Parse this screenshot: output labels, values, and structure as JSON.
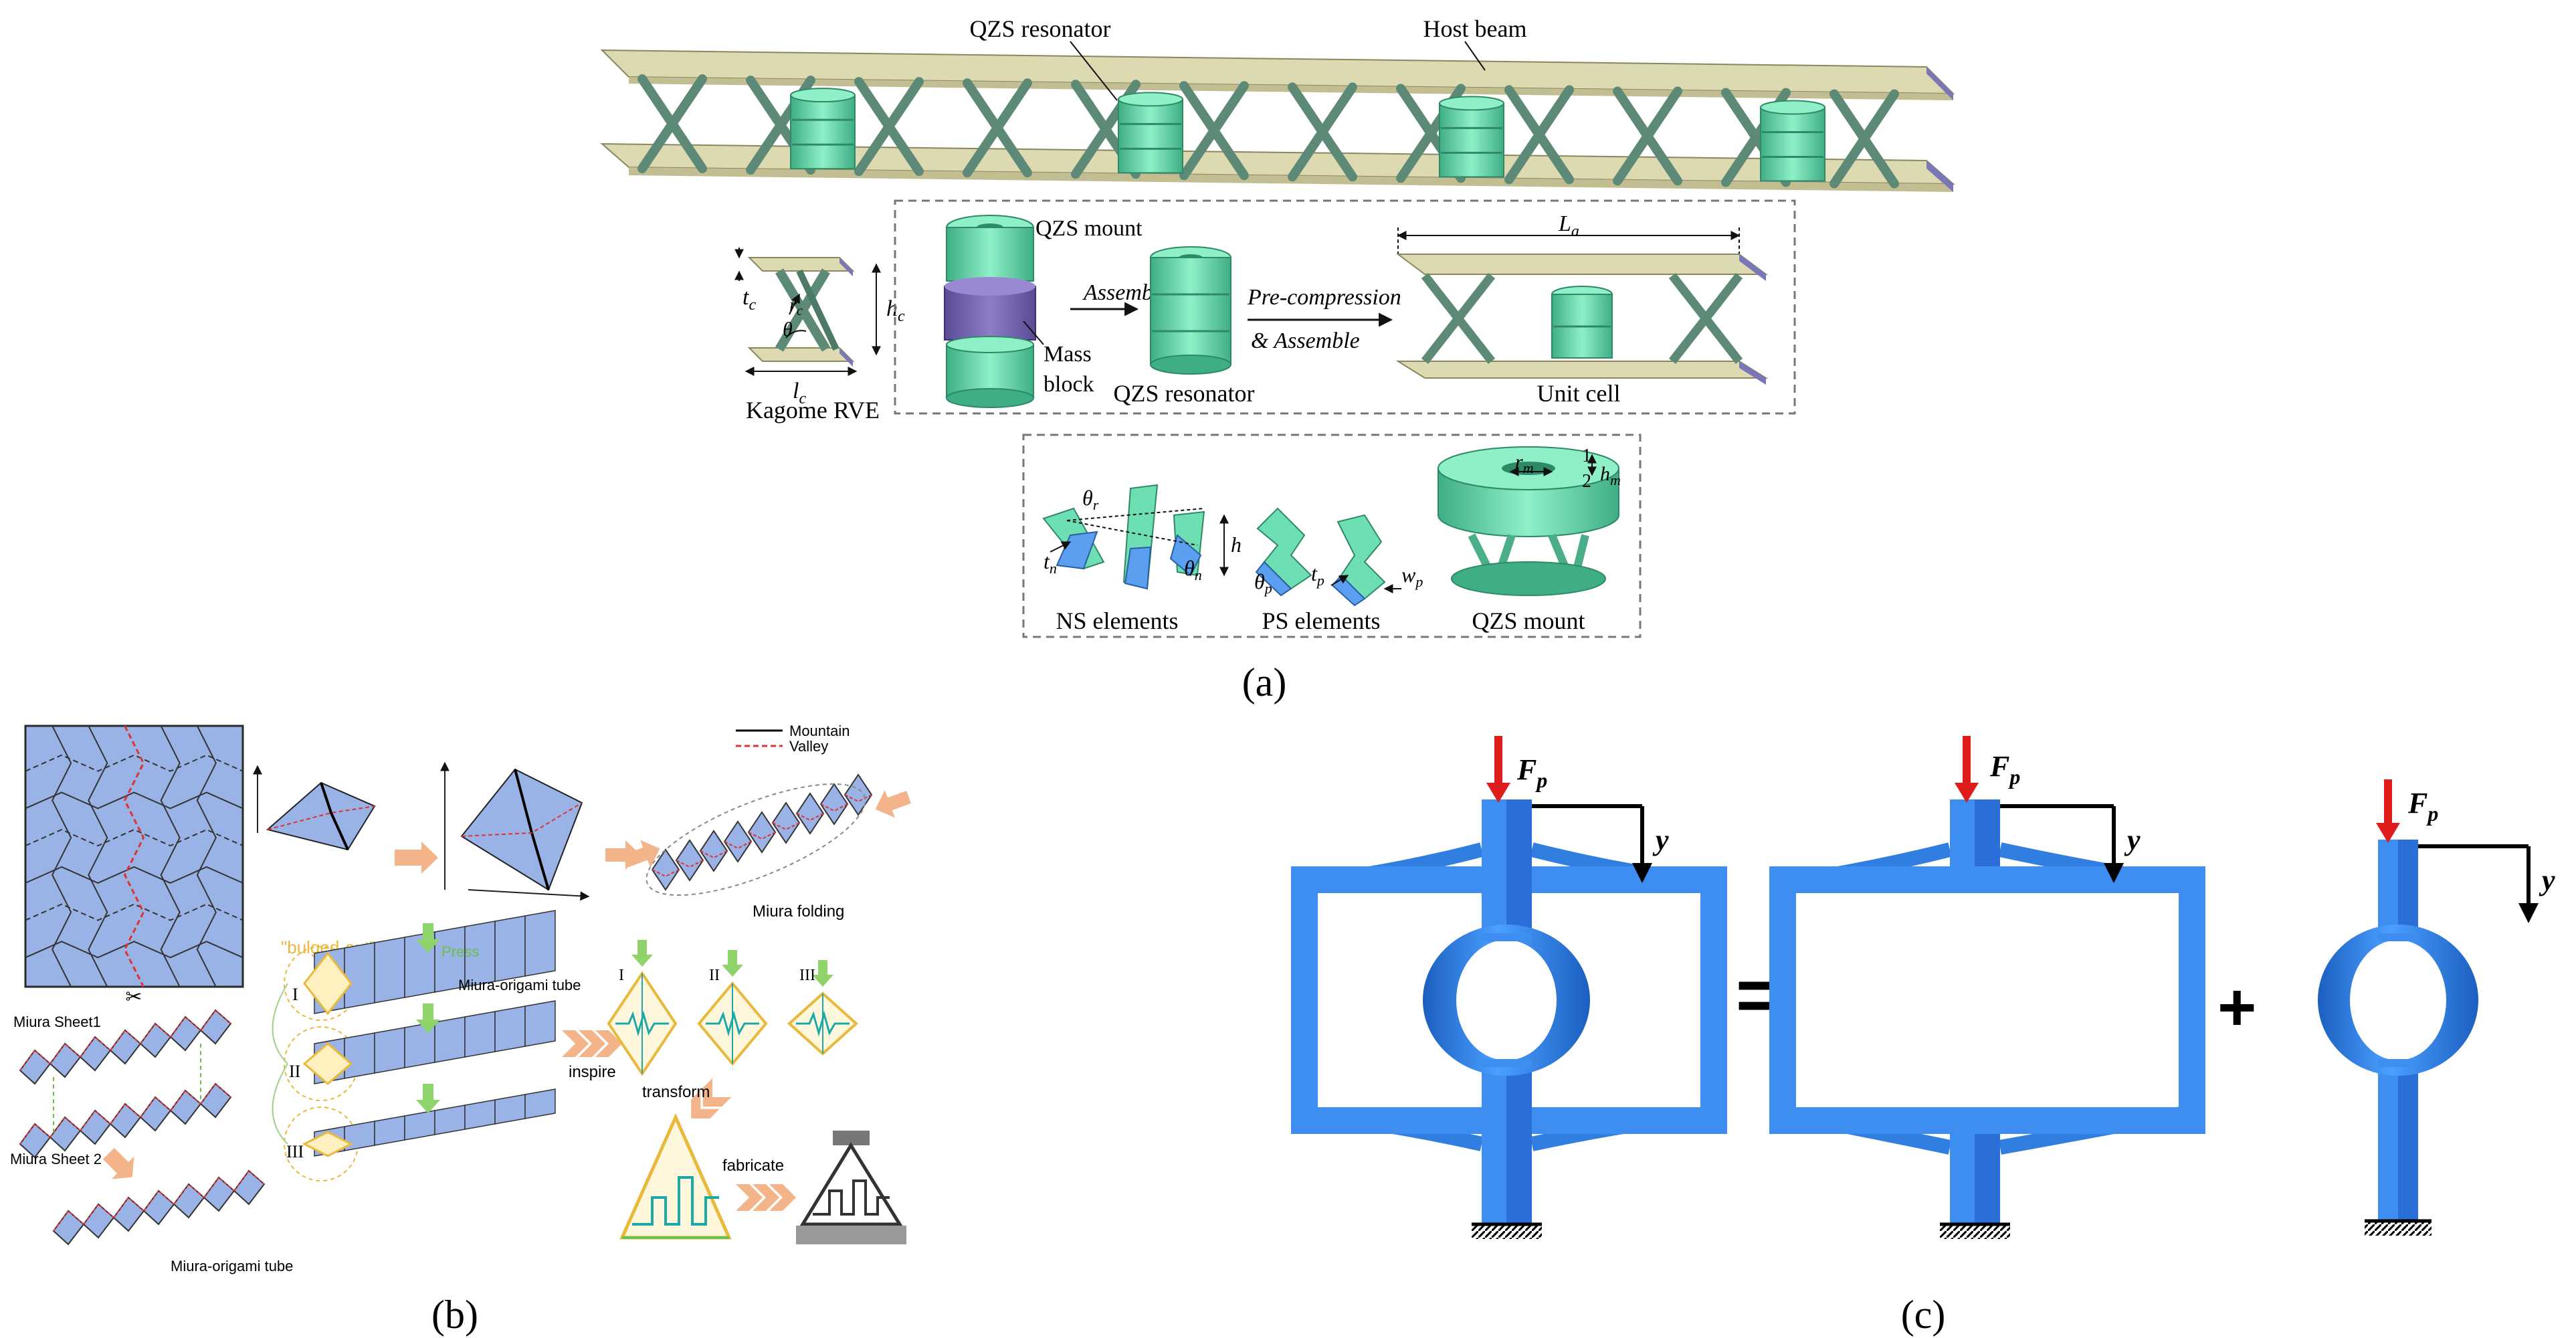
{
  "panel_a": {
    "host_beam_label": "Host beam",
    "qzs_resonator_label": "QZS resonator",
    "kagome": {
      "label": "Kagome RVE",
      "t_c": "t",
      "t_c_sub": "c",
      "h_c": "h",
      "h_c_sub": "c",
      "l_c": "l",
      "l_c_sub": "c",
      "r_c": "r",
      "r_c_sub": "c",
      "theta": "θ"
    },
    "assembly": {
      "qzs_mount": "QZS mount",
      "mass_block_line1": "Mass",
      "mass_block_line2": "block",
      "assemble": "Assemble",
      "qzs_resonator": "QZS resonator",
      "precompression_line1": "Pre-compression",
      "precompression_line2": "& Assemble",
      "unit_cell": "Unit cell",
      "La": "L",
      "La_sub": "a"
    },
    "elements": {
      "ns_label": "NS elements",
      "ps_label": "PS elements",
      "mount_label": "QZS mount",
      "theta_r": "θ",
      "theta_r_sub": "r",
      "t_n": "t",
      "t_n_sub": "n",
      "theta_n": "θ",
      "theta_n_sub": "n",
      "h": "h",
      "theta_p": "θ",
      "theta_p_sub": "p",
      "t_p": "t",
      "t_p_sub": "p",
      "w_p": "w",
      "w_p_sub": "p",
      "r_m": "r",
      "r_m_sub": "m",
      "h_m": "h",
      "h_m_sub": "m",
      "one": "1",
      "two": "2"
    },
    "caption": "(a)"
  },
  "panel_b": {
    "legend_mountain": "Mountain",
    "legend_valley": "Valley",
    "miura_folding": "Miura folding",
    "miura_sheet1": "Miura Sheet1",
    "miura_sheet2": "Miura Sheet 2",
    "miura_tube_bottom": "Miura-origami tube",
    "miura_tube_top": "Miura-origami tube",
    "bulged_out": "\"bulged-out\"",
    "press": "Press",
    "roman_I": "I",
    "roman_II": "II",
    "roman_III": "III",
    "inspire": "inspire",
    "transform": "transform",
    "fabricate": "fabricate",
    "scissors": "✂",
    "caption": "(b)"
  },
  "panel_c": {
    "force": "F",
    "force_sub": "p",
    "disp": "y",
    "equals": "=",
    "plus": "+",
    "caption": "(c)"
  },
  "colors": {
    "beam_face": "#ddd9b1",
    "beam_edge": "#7a77b8",
    "strut": "#5d8a77",
    "qzs_green": "#6ddfb2",
    "mass_purple": "#7866ae",
    "origami_blue": "#9ab3e6",
    "frame_blue": "#3d8ef0",
    "arrow_red": "#e01b1b",
    "frame_yellow": "#e8b93c"
  }
}
